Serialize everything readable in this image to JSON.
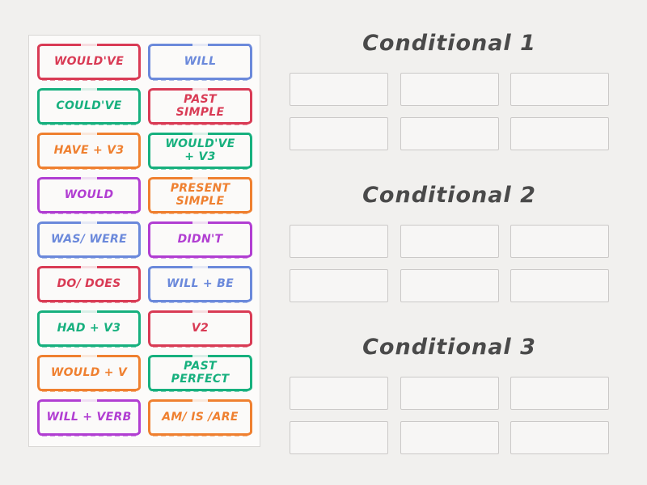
{
  "page": {
    "background": "#f1f0ee"
  },
  "colors": {
    "red": "#d93b55",
    "green": "#17b07e",
    "orange": "#ef8030",
    "purple": "#b13ed2",
    "blue": "#6b89db",
    "heading": "#4a4a4a",
    "slot_border": "#cbc9c8",
    "panel_border": "#d9d7d5"
  },
  "tiles": [
    {
      "label": "WOULD'VE",
      "color": "red"
    },
    {
      "label": "WILL",
      "color": "blue"
    },
    {
      "label": "COULD'VE",
      "color": "green"
    },
    {
      "label": "PAST\nSIMPLE",
      "color": "red"
    },
    {
      "label": "HAVE + V3",
      "color": "orange"
    },
    {
      "label": "WOULD'VE\n+ V3",
      "color": "green"
    },
    {
      "label": "WOULD",
      "color": "purple"
    },
    {
      "label": "PRESENT\nSIMPLE",
      "color": "orange"
    },
    {
      "label": "WAS/ WERE",
      "color": "blue"
    },
    {
      "label": "DIDN'T",
      "color": "purple"
    },
    {
      "label": "DO/ DOES",
      "color": "red"
    },
    {
      "label": "WILL + BE",
      "color": "blue"
    },
    {
      "label": "HAD + V3",
      "color": "green"
    },
    {
      "label": "V2",
      "color": "red"
    },
    {
      "label": "WOULD + V",
      "color": "orange"
    },
    {
      "label": "PAST\nPERFECT",
      "color": "green"
    },
    {
      "label": "WILL + VERB",
      "color": "purple"
    },
    {
      "label": "AM/ IS /ARE",
      "color": "orange"
    }
  ],
  "groups": [
    {
      "title": "Conditional 1",
      "slot_count": 6
    },
    {
      "title": "Conditional 2",
      "slot_count": 6
    },
    {
      "title": "Conditional 3",
      "slot_count": 6
    }
  ]
}
